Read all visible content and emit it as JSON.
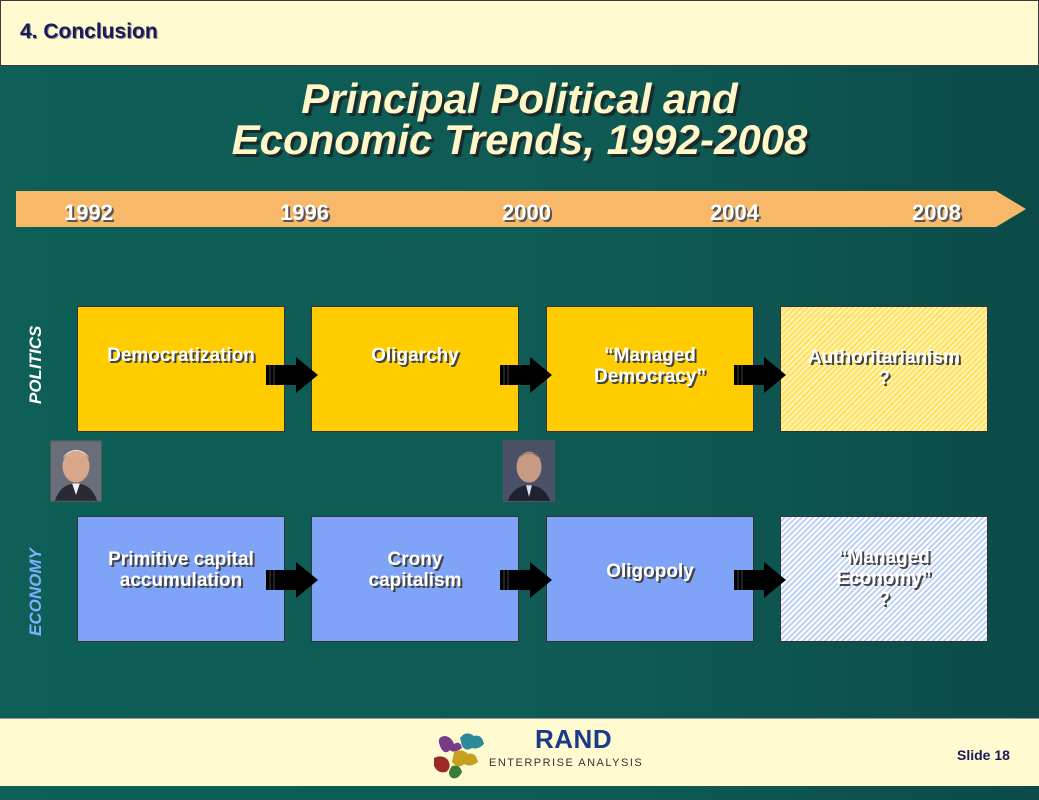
{
  "header": {
    "section_title": "4.  Conclusion"
  },
  "title": {
    "line1": "Principal Political and",
    "line2": "Economic Trends, 1992-2008"
  },
  "timeline": {
    "years": [
      "1992",
      "1996",
      "2000",
      "2004",
      "2008"
    ]
  },
  "rows": {
    "politics_label": "POLITICS",
    "economy_label": "ECONOMY"
  },
  "politics": [
    "Democratization",
    "Oligarchy",
    "“Managed\nDemocracy”",
    "Authoritarianism\n?"
  ],
  "economy": [
    "Primitive capital\naccumulation",
    "Crony\ncapitalism",
    "Oligopoly",
    "“Managed\nEconomy”\n?"
  ],
  "footer": {
    "logo_name": "RAND",
    "logo_subtitle": "ENTERPRISE ANALYSIS",
    "slide_number": "Slide 18"
  },
  "colors": {
    "politics_box": "#ffcc00",
    "economy_box": "#7ea3f7",
    "timeline": "#f8b86a",
    "background": "#0e5f58"
  }
}
